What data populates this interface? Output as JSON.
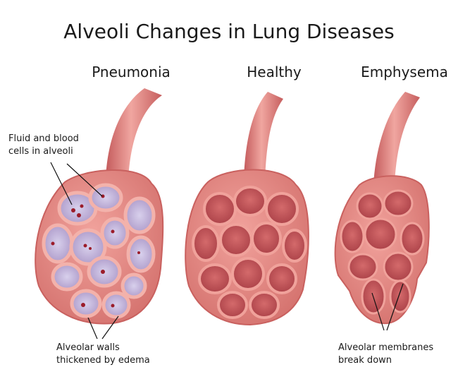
{
  "title": "Alveoli Changes in Lung Diseases",
  "panels": {
    "pneumonia": "Pneumonia",
    "healthy": "Healthy",
    "emphysema": "Emphysema"
  },
  "annotations": {
    "fluid_line1": "Fluid and blood",
    "fluid_line2": "cells in alveoli",
    "walls_line1": "Alveolar walls",
    "walls_line2": "thickened by edema",
    "membranes_line1": "Alveolar membranes",
    "membranes_line2": "break down"
  },
  "colors": {
    "tissue": "#e9928e",
    "tissue_dark": "#c9615f",
    "cavity": "#c3585a",
    "fluid": "#c2b7dc",
    "blood_cell": "#9b1c2a"
  }
}
